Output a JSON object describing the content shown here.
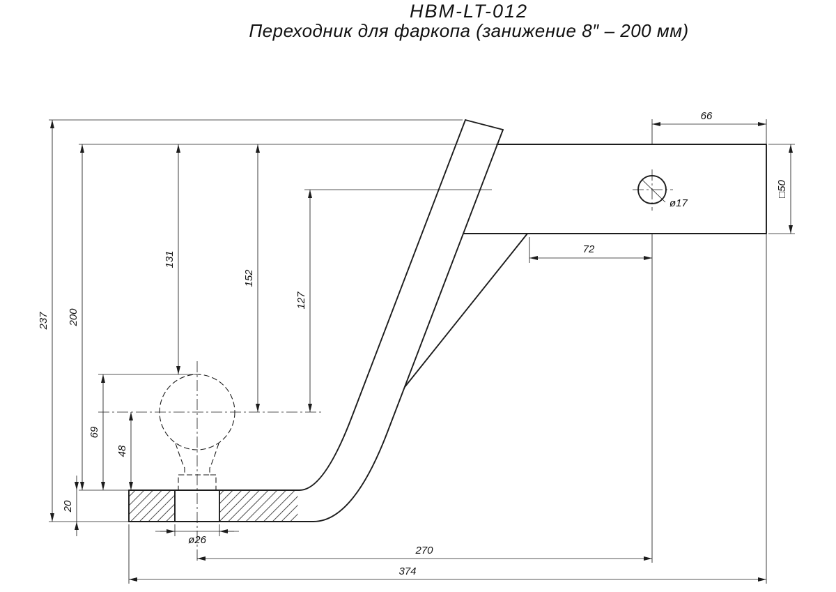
{
  "title": {
    "line1": "HBM-LT-012",
    "line2": "Переходник для фаркопа (занижение 8″ – 200 мм)"
  },
  "dims": {
    "shank_end_to_hole": "66",
    "shank_square_size": "□50",
    "shank_hole_dia": "ø17",
    "gusset_to_hole": "72",
    "overall_height": "237",
    "drop_height": "200",
    "top_to_ball_top": "131",
    "top_to_ball_center": "152",
    "hole_axis_to_ball_center": "127",
    "ball_top_above_plate": "69",
    "ball_center_above_plate": "48",
    "plate_thickness": "20",
    "plate_hole_dia": "ø26",
    "ball_axis_to_hole_axis": "270",
    "overall_length": "374"
  }
}
